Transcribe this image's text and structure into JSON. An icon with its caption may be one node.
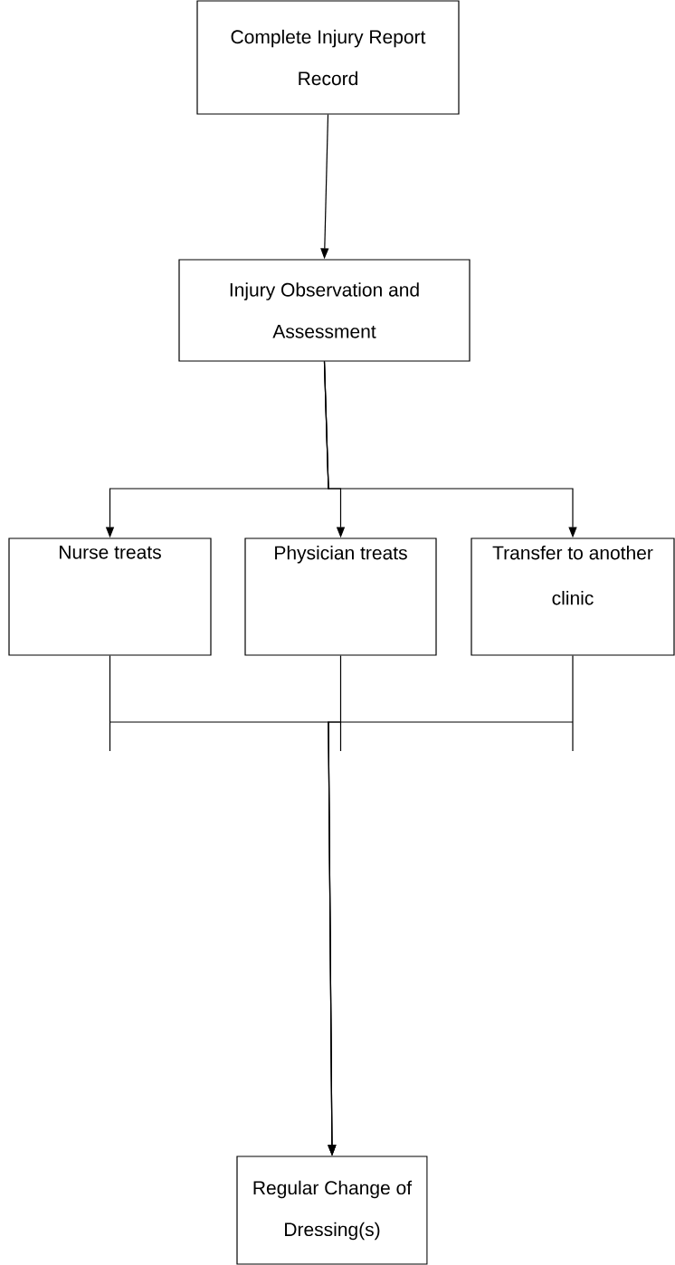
{
  "diagram": {
    "nodes": [
      {
        "text": [
          "Complete Injury Report Record"
        ]
      },
      {
        "text": [
          "Injury Observation and Assessment"
        ]
      },
      {
        "text": [
          "Nurse treats"
        ]
      },
      {
        "text": [
          "Physician treats"
        ]
      },
      {
        "text": [
          "Transfer to another clinic"
        ]
      },
      {
        "text": [
          "Regular Change of Dressing(s)"
        ]
      }
    ],
    "edges": [
      {
        "from": 0,
        "to": 1,
        "arrow": "to"
      },
      {
        "from": 1,
        "to": 2,
        "arrow": "to"
      },
      {
        "from": 1,
        "to": 3,
        "arrow": "to"
      },
      {
        "from": 1,
        "to": 4,
        "arrow": "to"
      },
      {
        "from": 2,
        "to": 5,
        "arrow": "to"
      },
      {
        "from": 3,
        "to": 5,
        "arrow": "to"
      },
      {
        "from": 4,
        "to": 5,
        "arrow": "to"
      }
    ]
  }
}
